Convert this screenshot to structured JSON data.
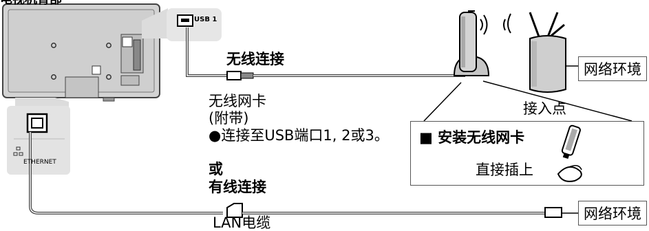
{
  "tv_label": "电视机背部",
  "usb_port_label": "USB 1",
  "ethernet_label": "ETHERNET",
  "wireless_connection": "无线连接",
  "adapter": {
    "line1": "无线网卡",
    "line2": "(附带)",
    "note": "●连接至USB端口1, 2或3。"
  },
  "network_env_top": "网络环境",
  "access_point": "接入点",
  "install_box": {
    "title": "■ 安装无线网卡",
    "direct_insert": "直接插上"
  },
  "or_text": "或",
  "wired_connection": "有线连接",
  "network_env_bottom": "网络环境",
  "lan_cable": "LAN电缆"
}
